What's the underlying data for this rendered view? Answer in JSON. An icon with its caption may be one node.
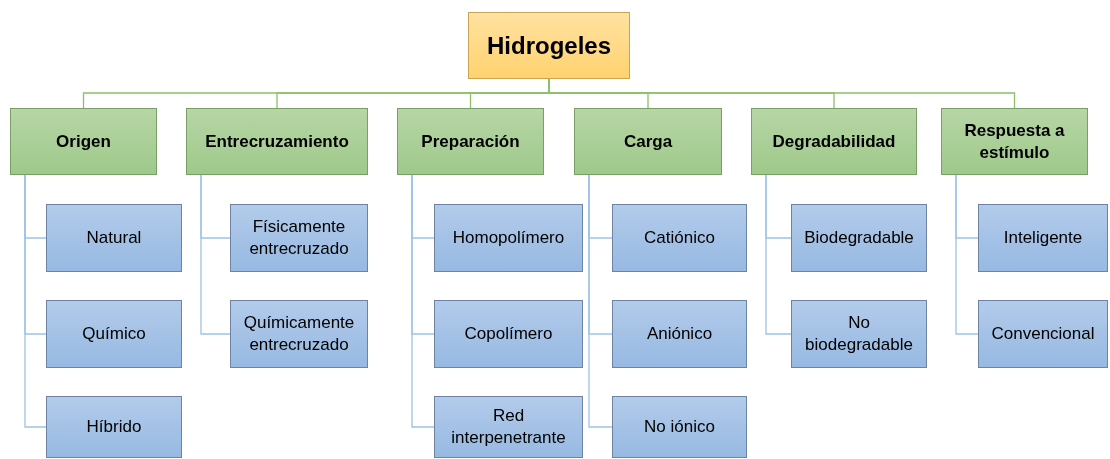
{
  "diagram": {
    "nodes": [
      {
        "text": [
          "Hidrogeles"
        ]
      },
      {
        "text": [
          "Origen"
        ]
      },
      {
        "text": [
          "Natural"
        ]
      },
      {
        "text": [
          "Químico"
        ]
      },
      {
        "text": [
          "Híbrido"
        ]
      },
      {
        "text": [
          "Entrecruzamiento"
        ]
      },
      {
        "text": [
          "Físicamente entrecruzado"
        ]
      },
      {
        "text": [
          "Químicamente entrecruzado"
        ]
      },
      {
        "text": [
          "Preparación"
        ]
      },
      {
        "text": [
          "Homopolímero"
        ]
      },
      {
        "text": [
          "Copolímero"
        ]
      },
      {
        "text": [
          "Red interpenetrante"
        ]
      },
      {
        "text": [
          "Carga"
        ]
      },
      {
        "text": [
          "Catiónico"
        ]
      },
      {
        "text": [
          "Aniónico"
        ]
      },
      {
        "text": [
          "No iónico"
        ]
      },
      {
        "text": [
          "Degradabilidad"
        ]
      },
      {
        "text": [
          "Biodegradable"
        ]
      },
      {
        "text": [
          "No biodegradable"
        ]
      },
      {
        "text": [
          "Respuesta a estímulo"
        ]
      },
      {
        "text": [
          "Inteligente"
        ]
      },
      {
        "text": [
          "Convencional"
        ]
      }
    ],
    "edges": [
      {
        "from": 0,
        "to": 1,
        "arrow": "none",
        "color": "#8cc168"
      },
      {
        "from": 0,
        "to": 5,
        "arrow": "none",
        "color": "#8cc168"
      },
      {
        "from": 0,
        "to": 8,
        "arrow": "none",
        "color": "#8cc168"
      },
      {
        "from": 0,
        "to": 12,
        "arrow": "none",
        "color": "#8cc168"
      },
      {
        "from": 0,
        "to": 16,
        "arrow": "none",
        "color": "#8cc168"
      },
      {
        "from": 0,
        "to": 19,
        "arrow": "none",
        "color": "#8cc168"
      },
      {
        "from": 1,
        "to": 2,
        "arrow": "none"
      },
      {
        "from": 1,
        "to": 3,
        "arrow": "none"
      },
      {
        "from": 1,
        "to": 4,
        "arrow": "none"
      },
      {
        "from": 5,
        "to": 6,
        "arrow": "none"
      },
      {
        "from": 5,
        "to": 7,
        "arrow": "none"
      },
      {
        "from": 8,
        "to": 9,
        "arrow": "none"
      },
      {
        "from": 8,
        "to": 10,
        "arrow": "none"
      },
      {
        "from": 8,
        "to": 11,
        "arrow": "none"
      },
      {
        "from": 12,
        "to": 13,
        "arrow": "none"
      },
      {
        "from": 12,
        "to": 14,
        "arrow": "none"
      },
      {
        "from": 12,
        "to": 15,
        "arrow": "none"
      },
      {
        "from": 16,
        "to": 17,
        "arrow": "none"
      },
      {
        "from": 16,
        "to": 18,
        "arrow": "none"
      },
      {
        "from": 19,
        "to": 20,
        "arrow": "none"
      },
      {
        "from": 19,
        "to": 21,
        "arrow": "none"
      }
    ]
  }
}
